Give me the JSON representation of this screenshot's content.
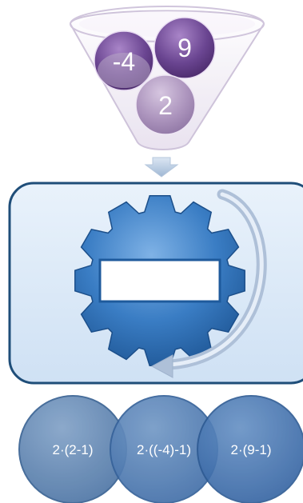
{
  "funnel": {
    "inputs": [
      {
        "label": "-4"
      },
      {
        "label": "9"
      },
      {
        "label": "2"
      }
    ]
  },
  "process": {
    "box_text": ""
  },
  "outputs": [
    {
      "label": "2·(2-1)"
    },
    {
      "label": "2·((-4)-1)"
    },
    {
      "label": "2·(9-1)"
    }
  ],
  "colors": {
    "funnel_ball_dark": "#5f3b82",
    "funnel_ball_light": "#a98fb9",
    "process_panel": "#d8e8f8",
    "process_border": "#1f4e79",
    "gear": "#2e6db2",
    "output_circle_1": "#5f83ad",
    "output_circle_2": "#4f7bb0",
    "output_circle_3": "#3f6fab"
  }
}
